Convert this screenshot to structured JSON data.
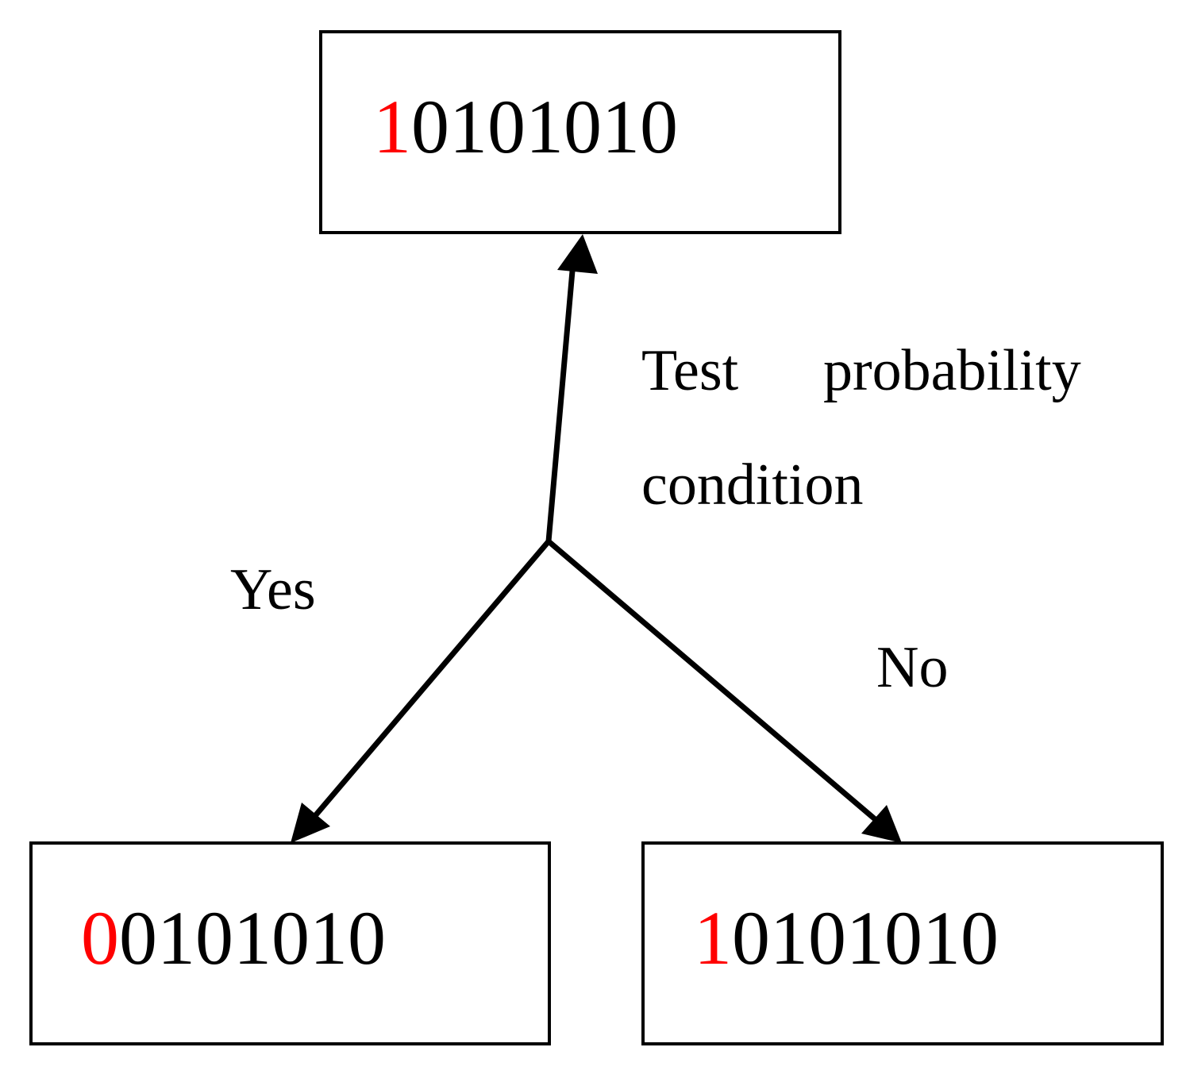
{
  "colors": {
    "highlight": "#ff0000",
    "stroke": "#000000"
  },
  "top_node": {
    "first_bit": "1",
    "rest_bits": "0101010"
  },
  "left_node": {
    "first_bit": "0",
    "rest_bits": "0101010"
  },
  "right_node": {
    "first_bit": "1",
    "rest_bits": "0101010"
  },
  "labels": {
    "test_word1": "Test",
    "test_word2": "probability",
    "test_word3": "condition",
    "yes": "Yes",
    "no": "No"
  }
}
